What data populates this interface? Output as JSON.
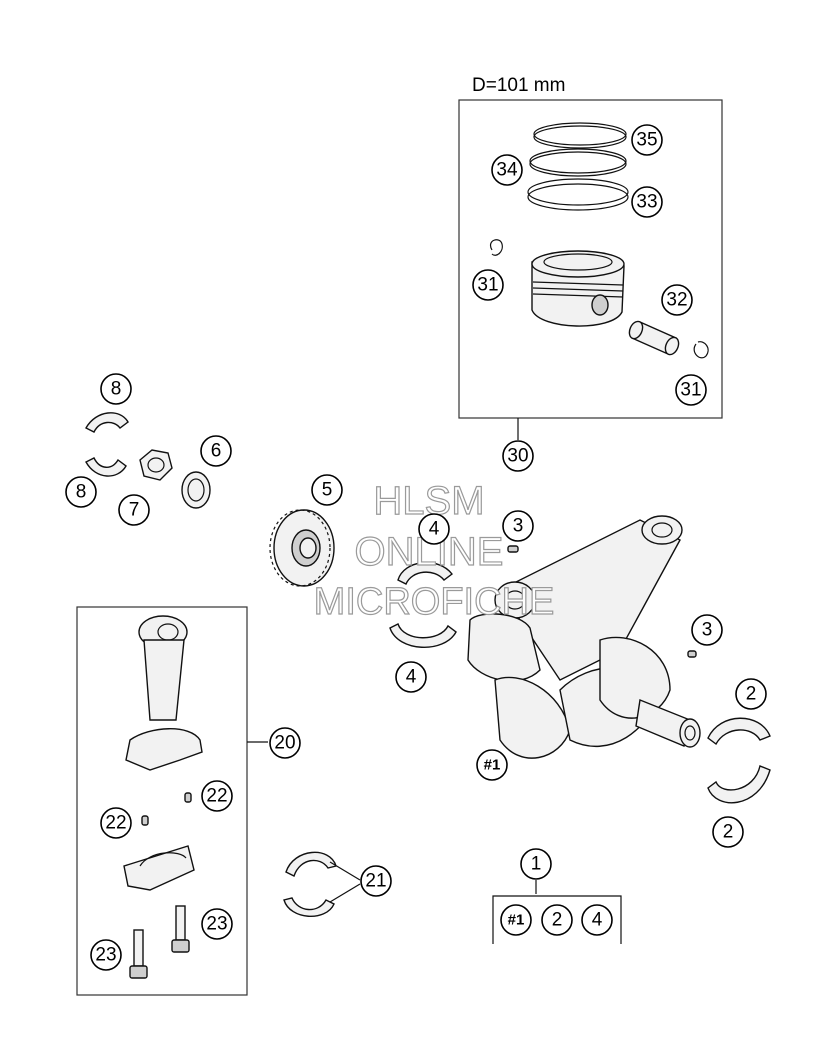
{
  "diameter_label": "D=101 mm",
  "watermark": {
    "line1": "HLSM",
    "line2": "ONLINE",
    "line3": "MICROFICHE"
  },
  "callouts": {
    "c35": "35",
    "c34": "34",
    "c33": "33",
    "c31a": "31",
    "c32": "32",
    "c31b": "31",
    "c30": "30",
    "c8a": "8",
    "c8b": "8",
    "c7": "7",
    "c6": "6",
    "c5": "5",
    "c4a": "4",
    "c4b": "4",
    "c3a": "3",
    "c3b": "3",
    "c2a": "2",
    "c2b": "2",
    "c1": "1",
    "h1": "#1",
    "k1": "#1",
    "k2": "2",
    "k4": "4",
    "c20": "20",
    "c22a": "22",
    "c22b": "22",
    "c21": "21",
    "c23a": "23",
    "c23b": "23"
  }
}
